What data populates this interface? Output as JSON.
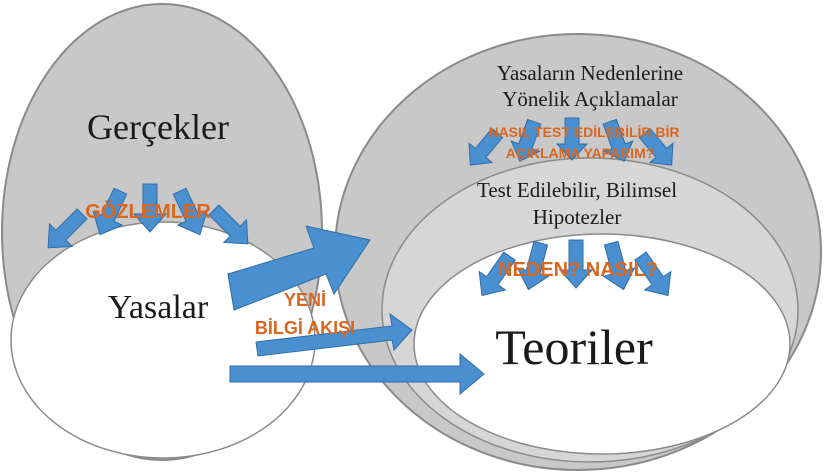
{
  "colors": {
    "ellipse_gray": "#c8c8c8",
    "ellipse_edge": "#8a8a8a",
    "inner_white": "#ffffff",
    "arrow_blue": "#4a8fd0",
    "arrow_edge": "#2f6ea8",
    "label_orange": "#d9661f",
    "text_dark": "#1a1a1a"
  },
  "left": {
    "facts_title": "Gerçekler",
    "observations_label": "GÖZLEMLER",
    "laws_title": "Yasalar"
  },
  "right": {
    "explanations_line1": "Yasaların Nedenlerine",
    "explanations_line2": "Yönelik Açıklamalar",
    "question_line1": "NASIL TEST EDİLEBİLİR BİR",
    "question_line2": "AÇIKLAMA YAPARIM?",
    "hypotheses_line1": "Test Edilebilir, Bilimsel",
    "hypotheses_line2": "Hipotezler",
    "why_how_label": "NEDEN? NASIL?",
    "theories_title": "Teoriler"
  },
  "flow": {
    "label_line1": "YENİ",
    "label_line2": "BİLGİ AKIŞI"
  },
  "icons": [
    "arrow-down-icon",
    "arrow-right-icon"
  ]
}
